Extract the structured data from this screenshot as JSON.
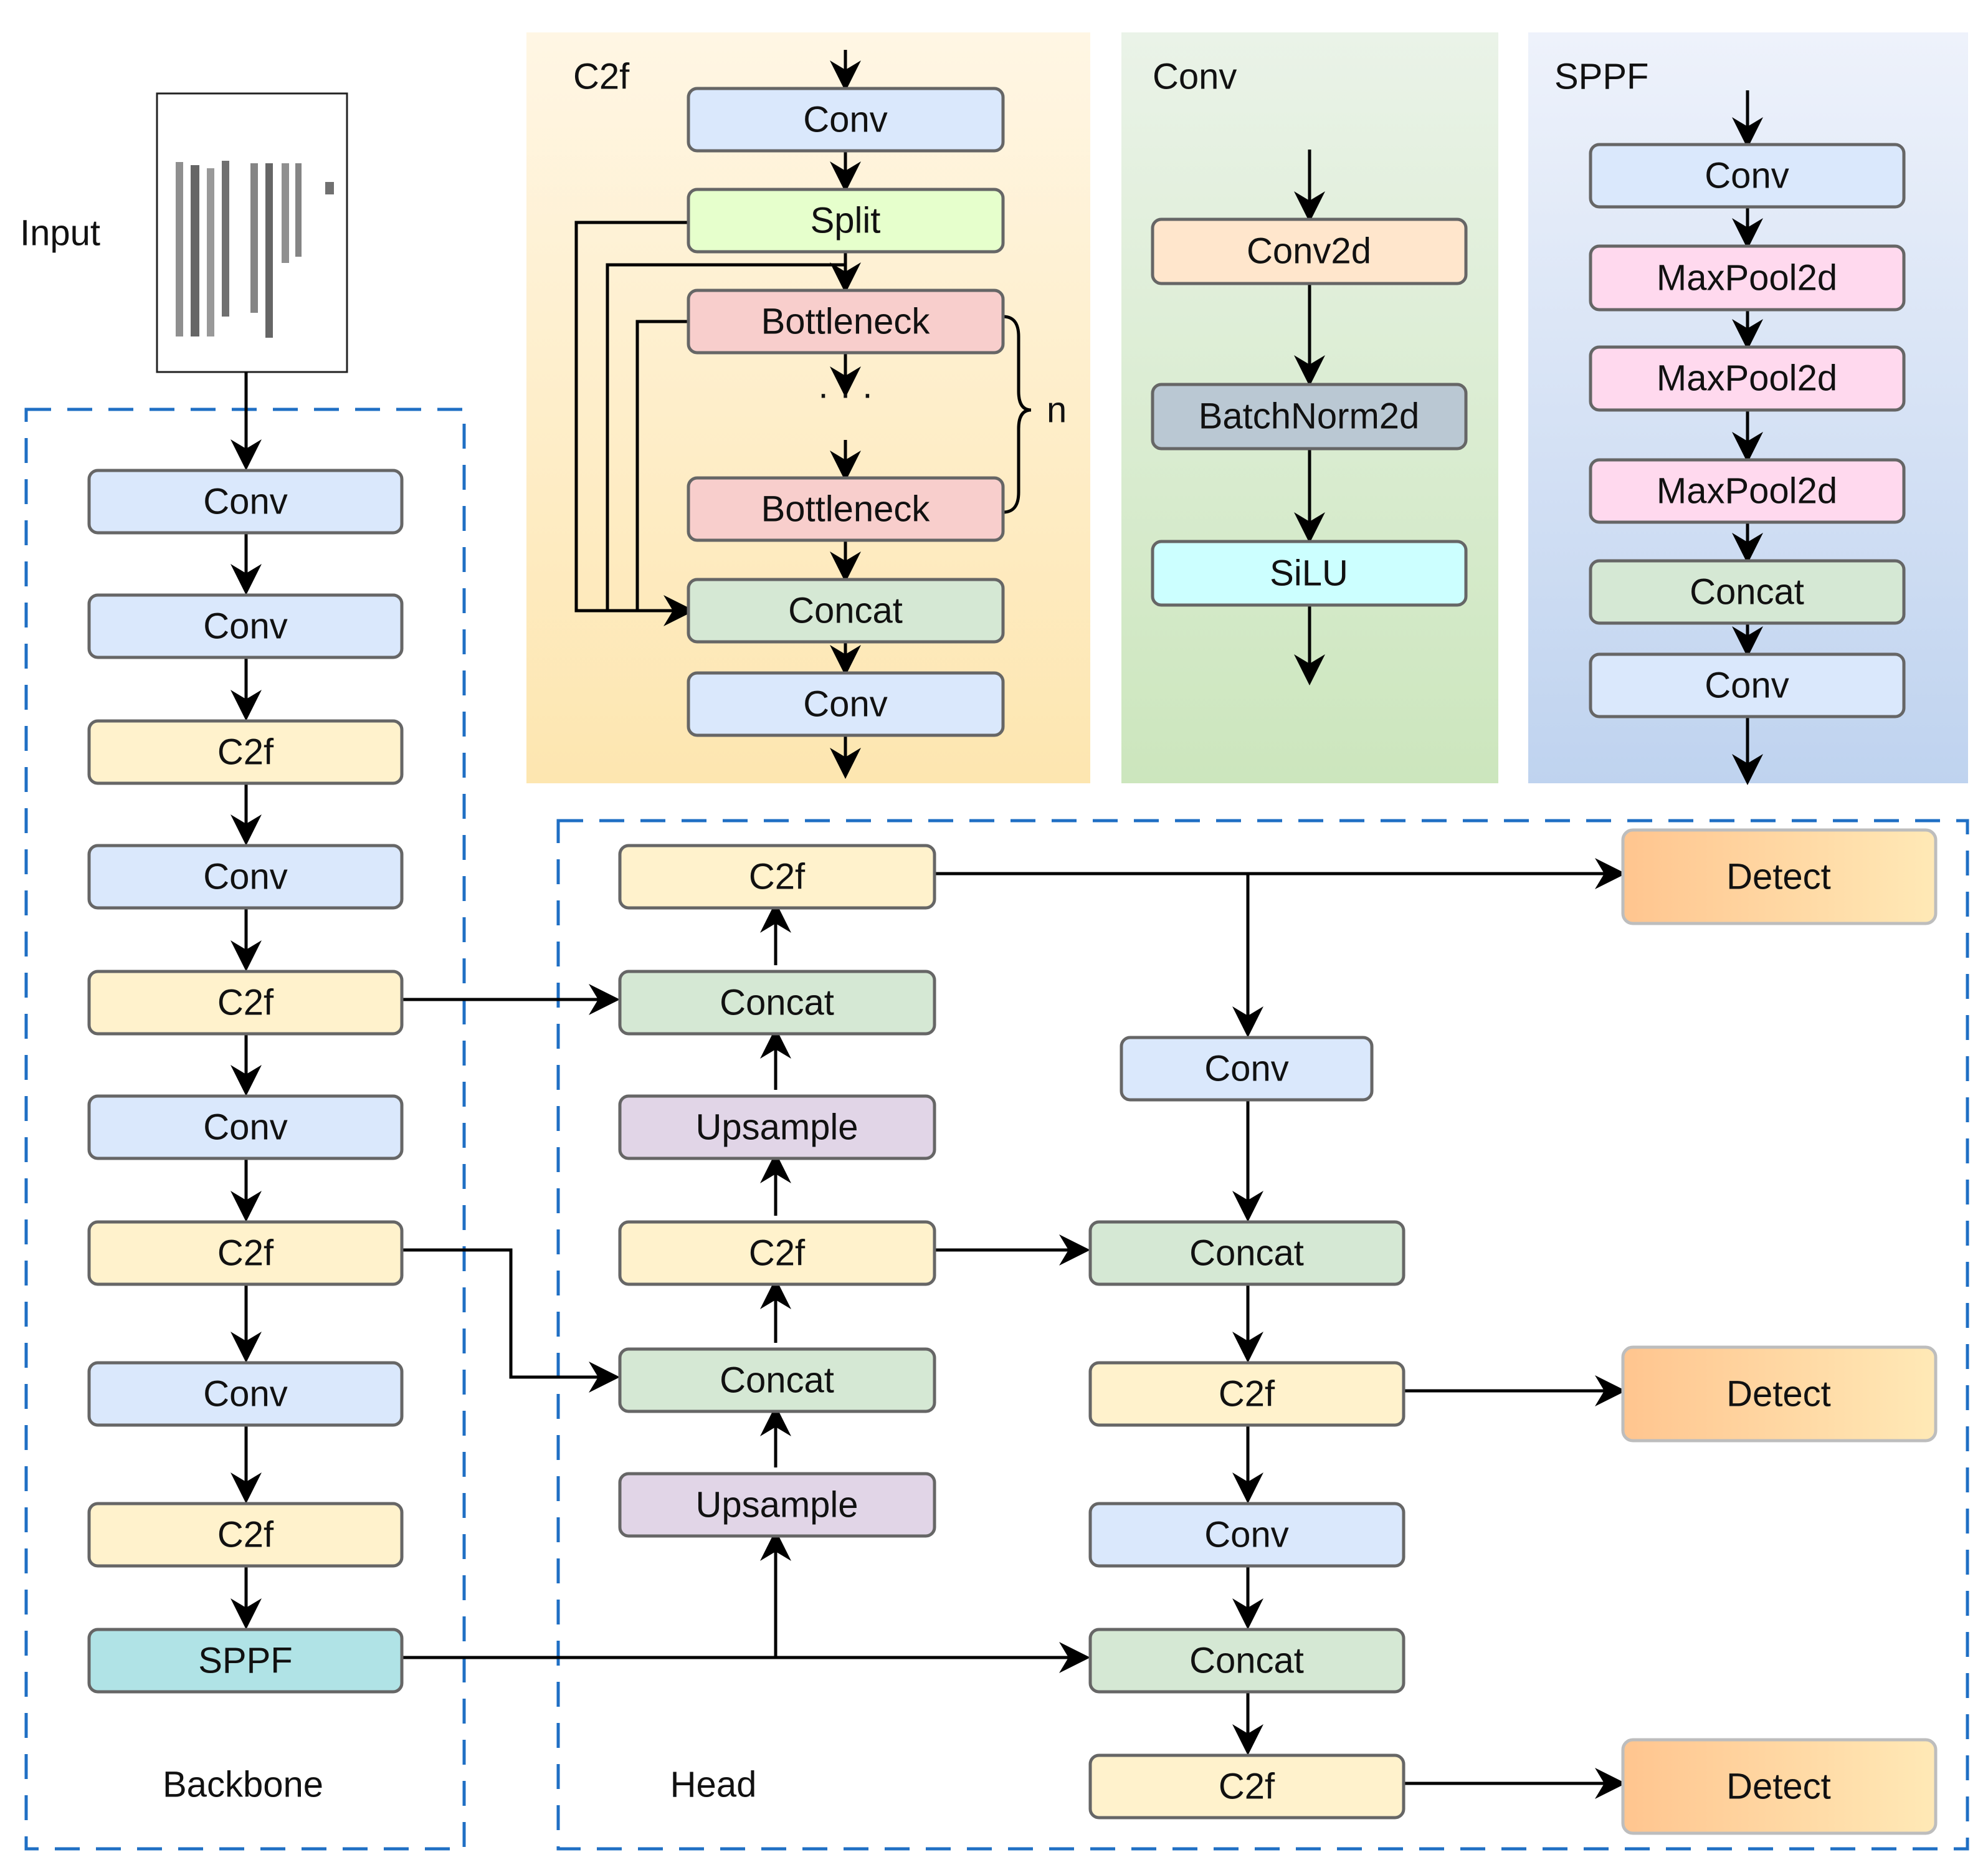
{
  "colors": {
    "conv": "#dae8fc",
    "c2f": "#fff2cc",
    "split": "#e6ffcc",
    "bottleneck": "#f8cecc",
    "concat": "#d5e8d4",
    "conv2d": "#ffe6cc",
    "batchnorm": "#bac8d3",
    "silu": "#ccffff",
    "maxpool": "#ffd9ee",
    "upsample": "#e1d5e7",
    "sppf": "#b0e3e6",
    "detect_from": "#ffcc99",
    "detect_to": "#fff2cc",
    "dashed_frame": "#1f6fc4"
  },
  "input": {
    "label": "Input",
    "image_icon": "document-page-icon"
  },
  "backbone": {
    "label": "Backbone",
    "nodes": [
      "Conv",
      "Conv",
      "C2f",
      "Conv",
      "C2f",
      "Conv",
      "C2f",
      "Conv",
      "C2f",
      "SPPF"
    ]
  },
  "c2f_panel": {
    "title": "C2f",
    "nodes": [
      "Conv",
      "Split",
      "Bottleneck",
      "Bottleneck",
      "Concat",
      "Conv"
    ],
    "ellipsis": "· · ·",
    "repeat_label": "n"
  },
  "conv_panel": {
    "title": "Conv",
    "nodes": [
      "Conv2d",
      "BatchNorm2d",
      "SiLU"
    ]
  },
  "sppf_panel": {
    "title": "SPPF",
    "nodes": [
      "Conv",
      "MaxPool2d",
      "MaxPool2d",
      "MaxPool2d",
      "Concat",
      "Conv"
    ]
  },
  "head": {
    "label": "Head",
    "left_column": [
      "C2f",
      "Concat",
      "Upsample",
      "C2f",
      "Concat",
      "Upsample"
    ],
    "right_column": [
      "Conv",
      "Concat",
      "C2f",
      "Conv",
      "Concat",
      "C2f"
    ],
    "detect": [
      "Detect",
      "Detect",
      "Detect"
    ]
  }
}
